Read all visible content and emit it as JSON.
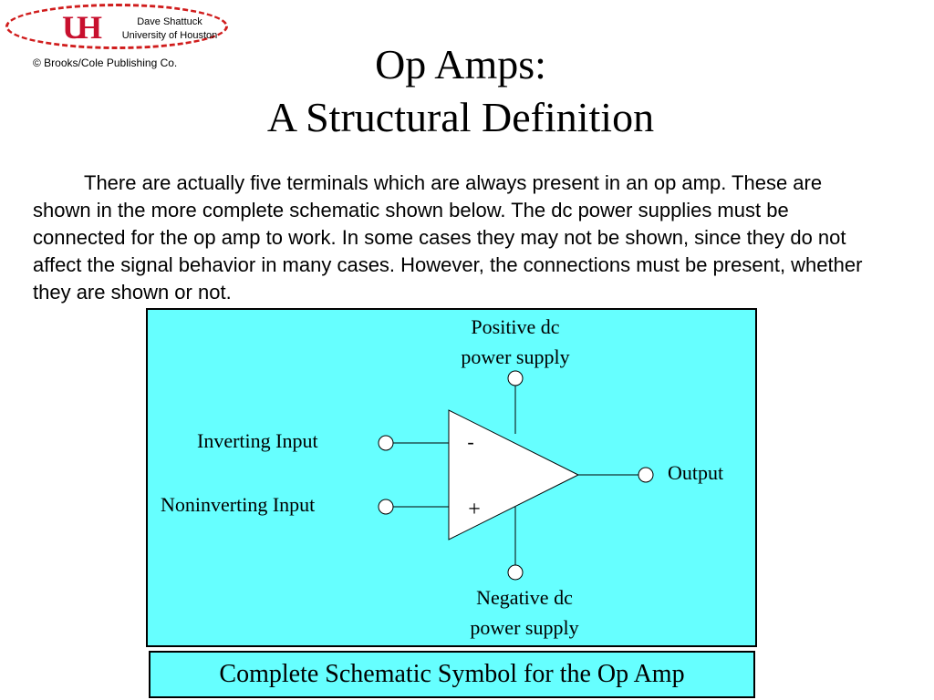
{
  "logo": {
    "author_name": "Dave Shattuck",
    "institution": "University of Houston",
    "mark": "UH",
    "copyright": "© Brooks/Cole Publishing Co."
  },
  "title": {
    "line1": "Op Amps:",
    "line2": "A Structural Definition"
  },
  "body_text": "There are actually five terminals which are always present in an op amp.  These are shown in the more complete schematic shown below.  The dc power supplies must be connected for the op amp to work.  In some cases they may not be shown, since they do not affect the signal behavior in many cases.  However, the connections must be present, whether they are shown or not.",
  "diagram": {
    "positive_supply": [
      "Positive dc",
      "power supply"
    ],
    "negative_supply": [
      "Negative dc",
      "power supply"
    ],
    "inverting_input": "Inverting Input",
    "noninverting_input": "Noninverting Input",
    "output": "Output",
    "minus_sign": "-",
    "plus_sign": "+"
  },
  "caption": "Complete Schematic Symbol for the Op Amp",
  "colors": {
    "panel_background": "#66ffff",
    "logo_red": "#c8102e"
  }
}
